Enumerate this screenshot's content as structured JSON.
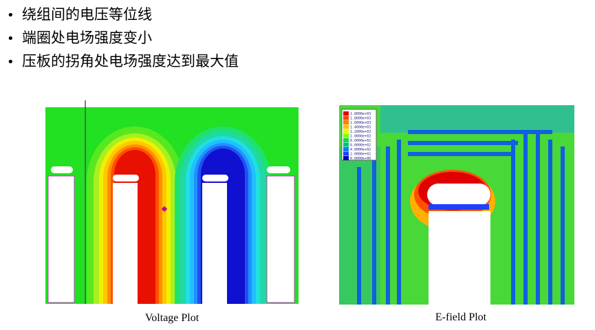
{
  "bullets": [
    {
      "marker": "•",
      "text": "绕组间的电压等位线"
    },
    {
      "marker": "•",
      "text": "端圈处电场强度变小"
    },
    {
      "marker": "•",
      "text": "压板的拐角处电场强度达到最大值"
    }
  ],
  "figures": {
    "voltage": {
      "caption": "Voltage Plot"
    },
    "efield": {
      "caption": "E-field Plot",
      "legend": [
        "2.0000e+03",
        "1.8000e+03",
        "1.6000e+03",
        "1.4000e+03",
        "1.2000e+03",
        "1.0000e+03",
        "8.0000e+02",
        "6.0000e+02",
        "4.0000e+02",
        "2.0000e+02",
        "0.0000e+00"
      ],
      "legend_colors": [
        "#e00000",
        "#ff4000",
        "#ff8000",
        "#ffc000",
        "#e0ff00",
        "#80ff00",
        "#00e040",
        "#00c080",
        "#0080ff",
        "#2040ff",
        "#0000c0"
      ]
    }
  }
}
